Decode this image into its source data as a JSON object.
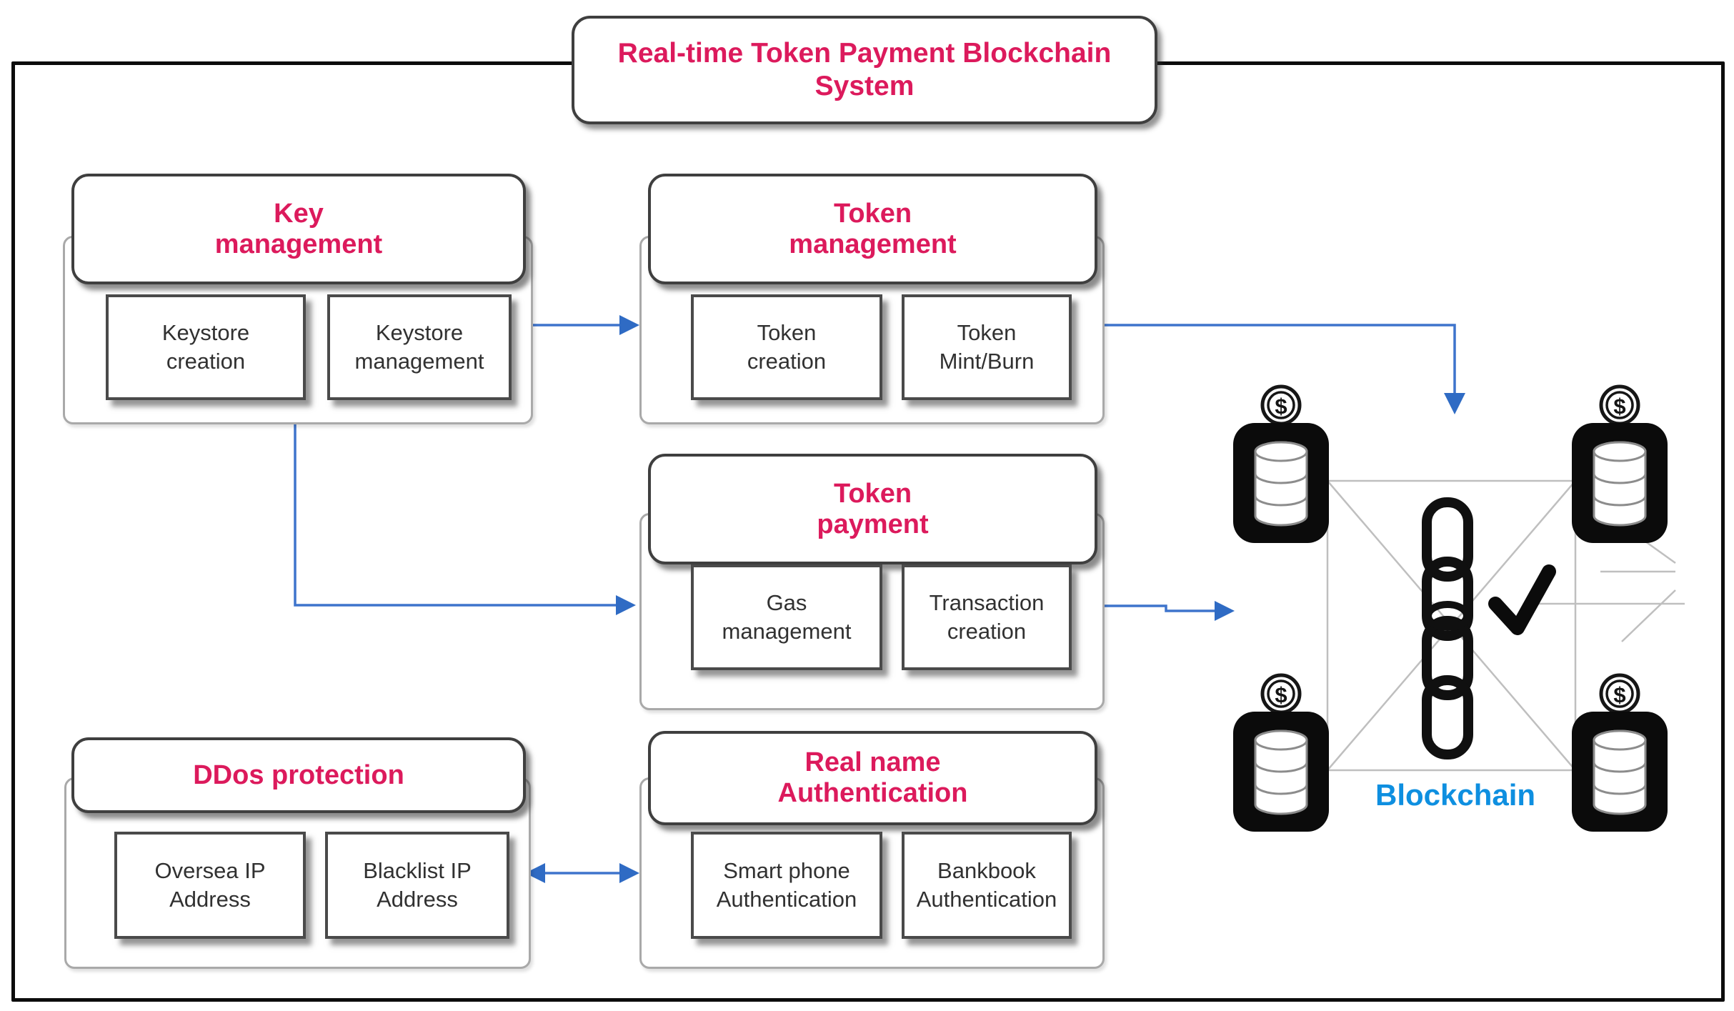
{
  "title": "Real-time Token Payment Blockchain\nSystem",
  "colors": {
    "heading_pink": "#DC1A5C",
    "arrow_blue": "#3E74CC",
    "blockchain_blue": "#0E8FE0"
  },
  "groups": {
    "key_management": {
      "title": "Key\nmanagement",
      "items": [
        "Keystore\ncreation",
        "Keystore\nmanagement"
      ]
    },
    "token_management": {
      "title": "Token\nmanagement",
      "items": [
        "Token\ncreation",
        "Token\nMint/Burn"
      ]
    },
    "token_payment": {
      "title": "Token\npayment",
      "items": [
        "Gas\nmanagement",
        "Transaction\ncreation"
      ]
    },
    "ddos_protection": {
      "title": "DDos protection",
      "items": [
        "Oversea IP\nAddress",
        "Blacklist IP\nAddress"
      ]
    },
    "real_name_authentication": {
      "title": "Real name\nAuthentication",
      "items": [
        "Smart phone\nAuthentication",
        "Bankbook\nAuthentication"
      ]
    }
  },
  "blockchain": {
    "label": "Blockchain",
    "coin_symbol": "$"
  }
}
